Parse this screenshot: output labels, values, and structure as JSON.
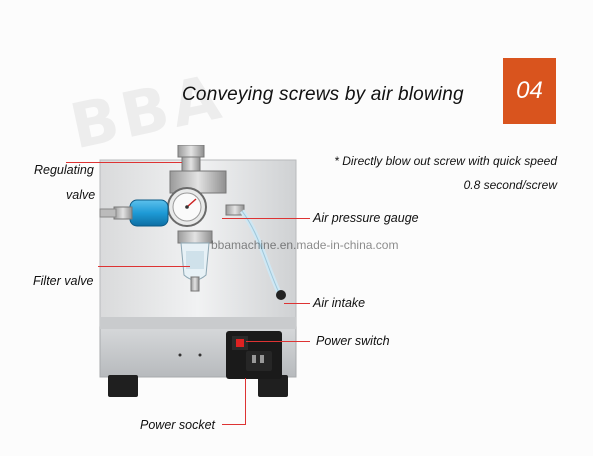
{
  "step_number": "04",
  "title": "Conveying screws by air blowing",
  "description_line1": "* Directly blow out screw with quick speed",
  "description_line2": "0.8 second/screw",
  "watermark_logo": "BBA",
  "watermark_url": "bbamachine.en.made-in-china.com",
  "callouts": {
    "regulating_valve_line1": "Regulating",
    "regulating_valve_line2": "valve",
    "filter_valve": "Filter valve",
    "air_pressure_gauge": "Air pressure gauge",
    "air_intake": "Air intake",
    "power_switch": "Power switch",
    "power_socket": "Power socket"
  },
  "colors": {
    "badge": "#d9541e",
    "leader": "#dd3333",
    "fitting_blue": "#1e9ad6"
  }
}
